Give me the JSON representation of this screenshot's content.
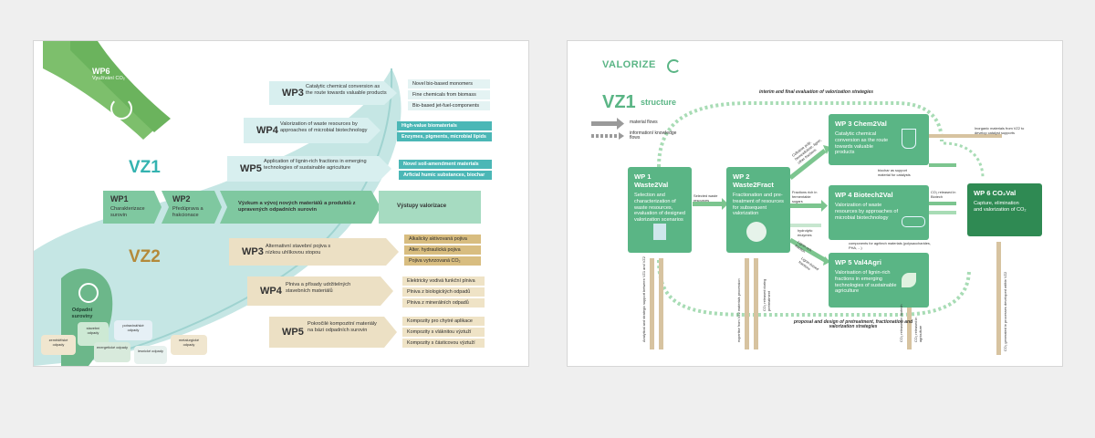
{
  "left": {
    "wp6": {
      "title": "WP6",
      "desc": "Využívání CO₂"
    },
    "vz1_label": "VZ1",
    "vz2_label": "VZ2",
    "vz1_wps": [
      {
        "id": "WP3",
        "desc": "Catalytic chemical conversion as the route towards valuable products",
        "outputs": [
          "Novel bio-based monomers",
          "Fine chemicals from biomass",
          "Bio-based jet-fuel-components"
        ]
      },
      {
        "id": "WP4",
        "desc": "Valorization of waste resources by approaches of microbial biotechnology",
        "outputs": [
          "High-value biomaterials",
          "Enzymes, pigments, microbial lipids"
        ]
      },
      {
        "id": "WP5",
        "desc": "Application of lignin-rich fractions in emerging technologies of sustainable agriculture",
        "outputs": [
          "Novel soil-amendment materials",
          "Arficial humic substances, biochar"
        ]
      }
    ],
    "flow": [
      {
        "id": "WP1",
        "desc": "Charakterizace surovin"
      },
      {
        "id": "WP2",
        "desc": "Předúprava a frakcionace"
      }
    ],
    "research": "Výzkum a vývoj nových materiálů a produktů z upravených odpadních surovin",
    "outputs_label": "Výstupy valorizace",
    "vz2_wps": [
      {
        "id": "WP3",
        "desc": "Alternativní stavební pojiva s nízkou uhlíkovou stopou",
        "outputs": [
          "Alkalicky aktivovaná pojiva",
          "Alter. hydraulická pojiva",
          "Pojiva vytvrzovaná CO₂"
        ]
      },
      {
        "id": "WP4",
        "desc": "Plniva a přísady udržitelných stavebních materiálů",
        "outputs": [
          "Elektricky vodivá funkční plniva",
          "Plniva z biologických odpadů",
          "Plniva z minerálních odpadů"
        ]
      },
      {
        "id": "WP5",
        "desc": "Pokročilé kompozitní materiály na bázi odpadních surovin",
        "outputs": [
          "Kompozity pro chytré aplikace",
          "Kompozity s vláknitou výztuží",
          "Kompozity s částicovou výztuží"
        ]
      }
    ],
    "waste": {
      "title": "Odpadní suroviny",
      "types": [
        "stavební odpady",
        "potravinářské odpady",
        "zemědělské odpady",
        "energetické odpady",
        "lesnické odpady",
        "metalurgické odpady"
      ]
    }
  },
  "right": {
    "logo": "VALORIZE",
    "title": "VZ1",
    "subtitle": "structure",
    "legend": [
      "material flows",
      "information/ knowledge flows"
    ],
    "top_note": "interim and final evaluation of valorization strategies",
    "bottom_note": "proposal and design of pretreatment, fractionation and valorization strategies",
    "boxes": {
      "wp1": {
        "title": "WP 1 Waste2Val",
        "desc": "Selection and characterization of waste resources, evaluation of designed valorization scenarios"
      },
      "wp2": {
        "title": "WP 2 Waste2Fract",
        "desc": "Fractionation and pre-treatment of resources for subsequent valorization"
      },
      "wp3": {
        "title": "WP 3 Chem2Val",
        "desc": "Catalytic chemical conversion as the route towards valuable products"
      },
      "wp4": {
        "title": "WP 4 Biotech2Val",
        "desc": "Valorization of waste resources by approaches of microbial biotechnology"
      },
      "wp5": {
        "title": "WP 5 Val4Agri",
        "desc": "Valorisation of lignin-rich fractions in emerging technologies of sustainable agriculture"
      },
      "wp6": {
        "title": "WP 6 CO₂Val",
        "desc": "Capture, elimination and valorization of CO₂"
      }
    },
    "flow_labels": {
      "selected": "Selected waste resources",
      "cellulose": "Cellulose pulp, hemicellulose, lignin, other fractions",
      "fractions": "Fractions rich in fermentable sugars",
      "hydrolytic": "hydrolytic enzymes",
      "lignin": "Lignin rich fraction",
      "lignin2": "Lignin-based fractions",
      "biochar": "biochar as support material for catalysts",
      "co2": "CO₂ released in Biotech",
      "inorganic": "Inorganic materials from VZ2 to develop catalyst supports",
      "agritech": "components for agritech materials (polysaccharides, PHA, ...)",
      "v_left1": "Analytical and strategic support between VZ1 and VZ2",
      "v_left2": "expertise from VZ2 materials procession",
      "v_mid": "CO₂ released during pretreatment",
      "v_mid2": "CO₂ released in Biotech",
      "v_right": "CO₂ released in agriculture",
      "v_far": "CO₂ generated in processes developed within VZ2"
    }
  }
}
